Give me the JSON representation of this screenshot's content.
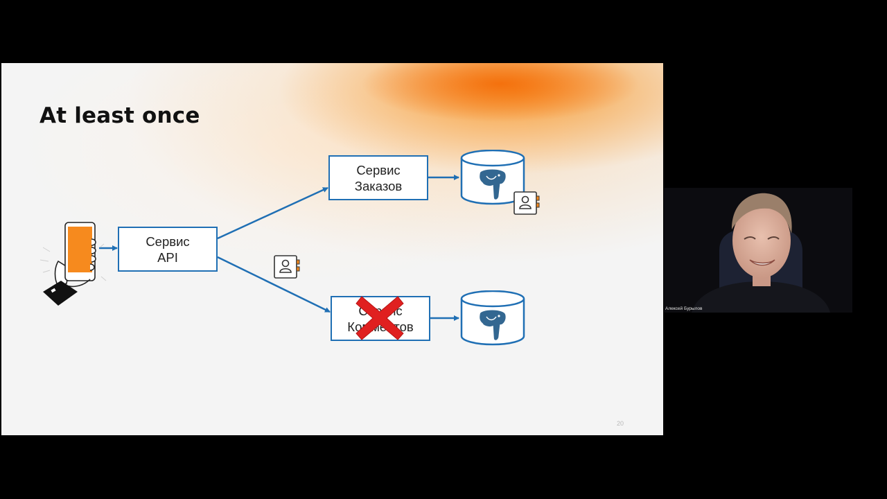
{
  "slide": {
    "title": "At least once",
    "page_number": "20",
    "boxes": {
      "api_service": "Сервис\nAPI",
      "orders_service": "Сервис\nЗаказов",
      "comments_service": "Сервис\nКомментов"
    },
    "icons": [
      "smartphone-hand-icon",
      "postgresql-elephant-icon",
      "contact-book-icon",
      "red-cross-icon"
    ]
  },
  "webcam": {
    "participant_name": "Алексей Бурылов"
  },
  "colors": {
    "accent_blue": "#1f6fb4",
    "accent_orange": "#f68a1e",
    "error_red": "#e02020"
  }
}
